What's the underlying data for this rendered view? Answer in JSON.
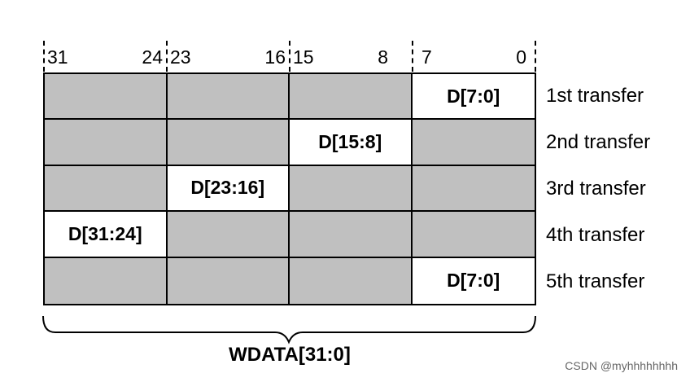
{
  "bit_labels": [
    {
      "high": "31",
      "low": "24"
    },
    {
      "high": "23",
      "low": "16"
    },
    {
      "high": "15",
      "low": "8"
    },
    {
      "high": "7",
      "low": "0"
    }
  ],
  "rows": [
    {
      "label": "1st transfer",
      "cells": [
        "",
        "",
        "",
        "D[7:0]"
      ]
    },
    {
      "label": "2nd transfer",
      "cells": [
        "",
        "",
        "D[15:8]",
        ""
      ]
    },
    {
      "label": "3rd transfer",
      "cells": [
        "",
        "D[23:16]",
        "",
        ""
      ]
    },
    {
      "label": "4th transfer",
      "cells": [
        "D[31:24]",
        "",
        "",
        ""
      ]
    },
    {
      "label": "5th transfer",
      "cells": [
        "",
        "",
        "",
        "D[7:0]"
      ]
    }
  ],
  "bus_label": "WDATA[31:0]",
  "watermark": "CSDN @myhhhhhhhh",
  "colors": {
    "inactive_lane": "#c0c0c0",
    "active_lane": "#ffffff",
    "line": "#000000"
  }
}
